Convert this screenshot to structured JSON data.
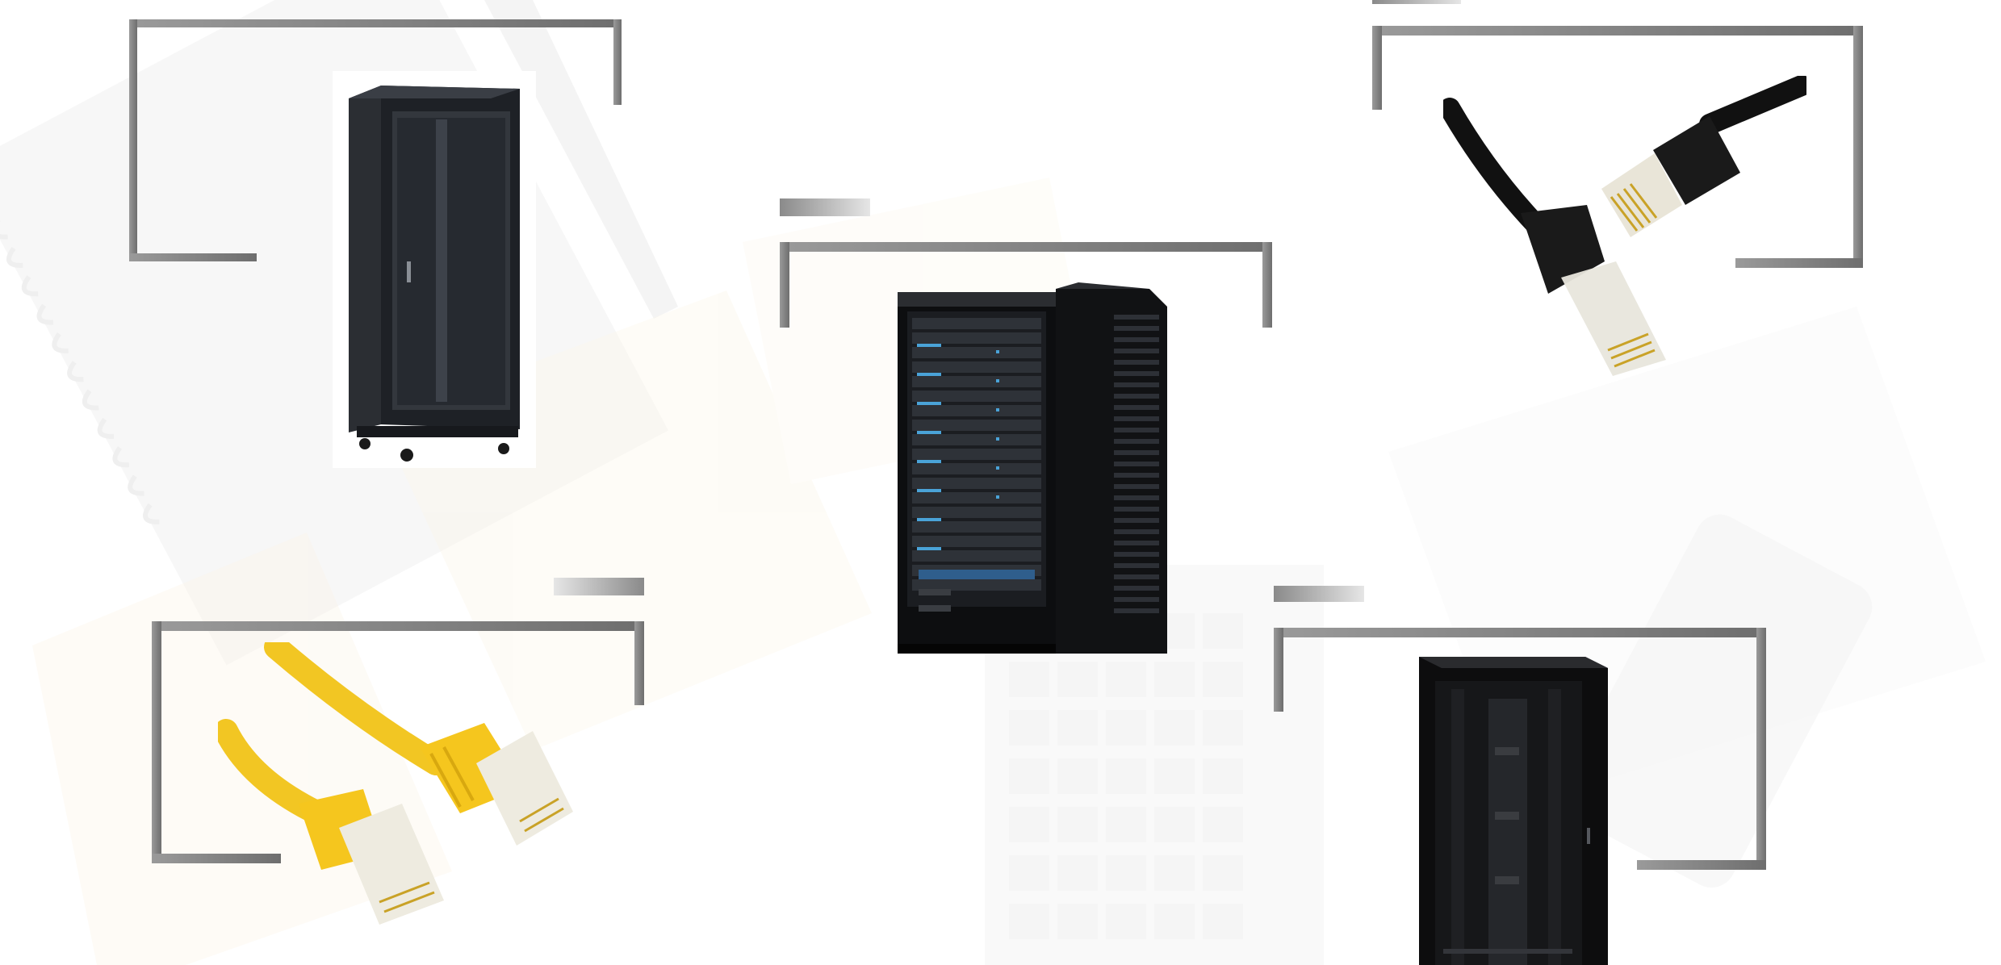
{
  "slide": {
    "background_color": "#ffffff",
    "accent_gray": "#8c8c8c",
    "accent_light": "#d9d9d9"
  },
  "items": [
    {
      "name": "rack-cabinet-glass-door",
      "icon": "network-cabinet"
    },
    {
      "name": "server-racks",
      "icon": "server-rack"
    },
    {
      "name": "black-ethernet-cable",
      "icon": "rj45-cable"
    },
    {
      "name": "yellow-ethernet-cable",
      "icon": "rj45-cable"
    },
    {
      "name": "tall-black-cabinet",
      "icon": "network-cabinet"
    }
  ]
}
